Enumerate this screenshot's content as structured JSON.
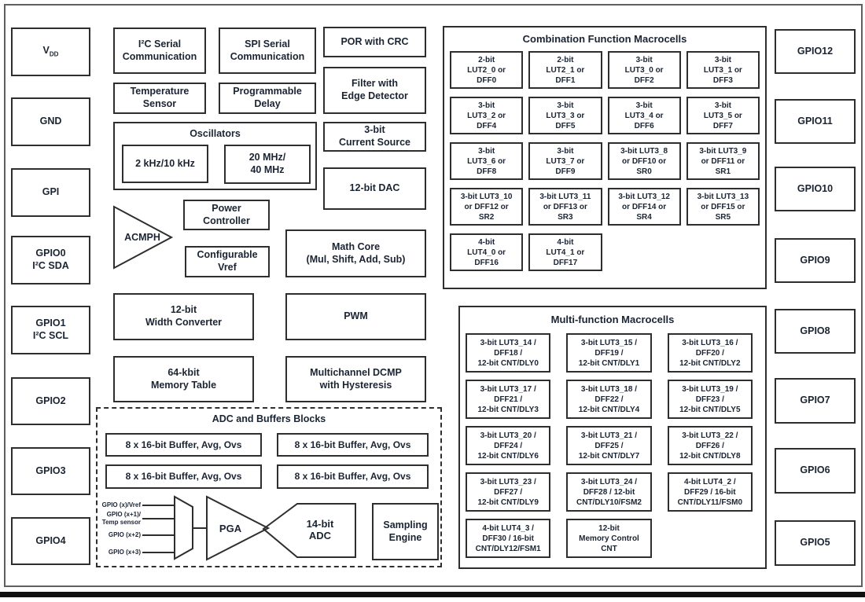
{
  "colors": {
    "ink": "#1b2433",
    "line": "#2e2e2e",
    "frame": "#5f5f5f"
  },
  "pins": {
    "vdd_main": "V",
    "vdd_sub": "DD",
    "left": [
      "",
      "GND",
      "GPI",
      "GPIO0\nI²C SDA",
      "GPIO1\nI²C SCL",
      "GPIO2",
      "GPIO3",
      "GPIO4"
    ],
    "right": [
      "GPIO12",
      "GPIO11",
      "GPIO10",
      "GPIO9",
      "GPIO8",
      "GPIO7",
      "GPIO6",
      "GPIO5"
    ]
  },
  "blocks": {
    "i2c": "I²C Serial\nCommunication",
    "spi": "SPI Serial\nCommunication",
    "por": "POR with CRC",
    "temp_sensor": "Temperature\nSensor",
    "prog_delay": "Programmable\nDelay",
    "filter": "Filter with\nEdge Detector",
    "osc_title": "Oscillators",
    "osc_low": "2 kHz/10 kHz",
    "osc_high": "20 MHz/\n40 MHz",
    "current_source": "3-bit\nCurrent Source",
    "dac": "12-bit DAC",
    "power_controller": "Power\nController",
    "acmph": "ACMPH",
    "vref": "Configurable\nVref",
    "math_core": "Math Core\n(Mul, Shift, Add, Sub)",
    "width_converter": "12-bit\nWidth Converter",
    "pwm": "PWM",
    "memory_table": "64-kbit\nMemory Table",
    "dcmp": "Multichannel DCMP\nwith Hysteresis"
  },
  "comb": {
    "title": "Combination Function Macrocells",
    "cells": [
      "2-bit\nLUT2_0 or\nDFF0",
      "2-bit\nLUT2_1 or\nDFF1",
      "3-bit\nLUT3_0 or\nDFF2",
      "3-bit\nLUT3_1 or\nDFF3",
      "3-bit\nLUT3_2 or\nDFF4",
      "3-bit\nLUT3_3 or\nDFF5",
      "3-bit\nLUT3_4 or\nDFF6",
      "3-bit\nLUT3_5 or\nDFF7",
      "3-bit\nLUT3_6 or\nDFF8",
      "3-bit\nLUT3_7 or\nDFF9",
      "3-bit LUT3_8\nor DFF10 or\nSR0",
      "3-bit LUT3_9\nor DFF11 or\nSR1",
      "3-bit LUT3_10\nor DFF12 or\nSR2",
      "3-bit LUT3_11\nor DFF13 or\nSR3",
      "3-bit LUT3_12\nor DFF14 or\nSR4",
      "3-bit LUT3_13\nor DFF15 or\nSR5",
      "4-bit\nLUT4_0 or\nDFF16",
      "4-bit\nLUT4_1 or\nDFF17"
    ]
  },
  "multi": {
    "title": "Multi-function Macrocells",
    "cells": [
      "3-bit LUT3_14 /\nDFF18 /\n12-bit CNT/DLY0",
      "3-bit LUT3_15 /\nDFF19 /\n12-bit CNT/DLY1",
      "3-bit LUT3_16 /\nDFF20 /\n12-bit CNT/DLY2",
      "3-bit LUT3_17 /\nDFF21 /\n12-bit CNT/DLY3",
      "3-bit LUT3_18 /\nDFF22 /\n12-bit CNT/DLY4",
      "3-bit LUT3_19 /\nDFF23 /\n12-bit CNT/DLY5",
      "3-bit LUT3_20 /\nDFF24 /\n12-bit CNT/DLY6",
      "3-bit LUT3_21 /\nDFF25 /\n12-bit CNT/DLY7",
      "3-bit LUT3_22 /\nDFF26 /\n12-bit CNT/DLY8",
      "3-bit LUT3_23 /\nDFF27 /\n12-bit CNT/DLY9",
      "3-bit LUT3_24 /\nDFF28 / 12-bit\nCNT/DLY10/FSM2",
      "4-bit LUT4_2 /\nDFF29 / 16-bit\nCNT/DLY11/FSM0",
      "4-bit LUT4_3 /\nDFF30 / 16-bit\nCNT/DLY12/FSM1",
      "12-bit\nMemory Control\nCNT"
    ]
  },
  "adc": {
    "title": "ADC and Buffers Blocks",
    "buffers": [
      "8 x 16-bit Buffer, Avg, Ovs",
      "8 x 16-bit Buffer, Avg, Ovs",
      "8 x 16-bit Buffer, Avg, Ovs",
      "8 x 16-bit Buffer, Avg, Ovs"
    ],
    "inputs": [
      "GPIO (x)/Vref",
      "GPIO (x+1)/\nTemp sensor",
      "GPIO (x+2)",
      "GPIO (x+3)"
    ],
    "pga": "PGA",
    "adc_core": "14-bit\nADC",
    "sampling": "Sampling\nEngine"
  }
}
